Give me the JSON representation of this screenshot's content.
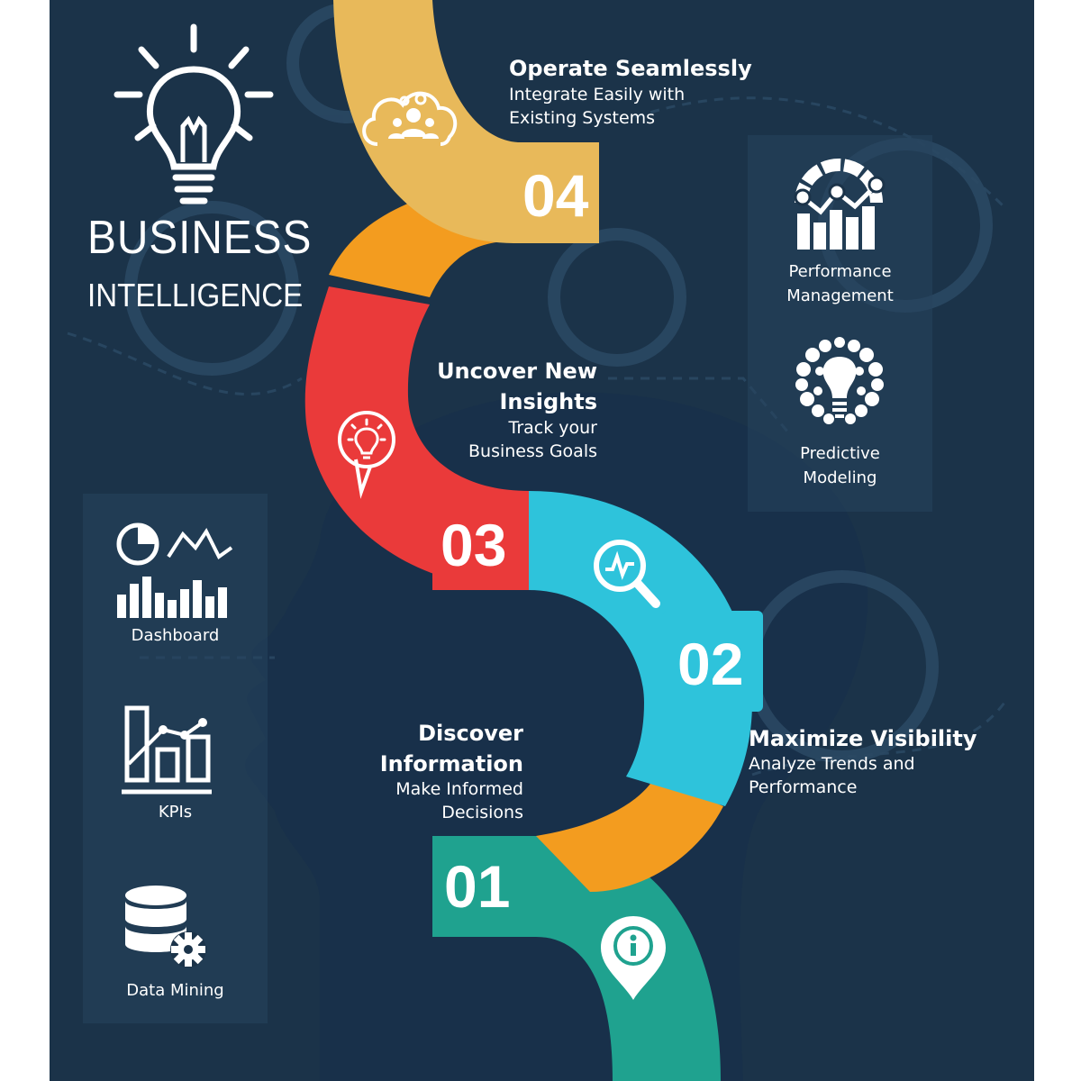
{
  "brand": {
    "title": "BUSINESS",
    "subtitle": "INTELLIGENCE"
  },
  "steps": [
    {
      "number": "01",
      "title_line1": "Discover",
      "title_line2": "Information",
      "desc_line1": "Make Informed",
      "desc_line2": "Decisions",
      "color": "#1fa28f",
      "icon": "info-pin-icon"
    },
    {
      "number": "02",
      "title_line1": "Maximize Visibility",
      "desc_line1": "Analyze Trends and",
      "desc_line2": "Performance",
      "color": "#2ec3db",
      "icon": "magnifier-chart-icon"
    },
    {
      "number": "03",
      "title_line1": "Uncover New",
      "title_line2": "Insights",
      "desc_line1": "Track your",
      "desc_line2": "Business Goals",
      "color": "#ea3a3a",
      "icon": "lightbulb-bubble-icon"
    },
    {
      "number": "04",
      "title_line1": "Operate Seamlessly",
      "desc_line1": "Integrate Easily with",
      "desc_line2": "Existing Systems",
      "color": "#e8b95a",
      "icon": "cloud-users-icon"
    }
  ],
  "connector_color": "#f39c1f",
  "left_features": [
    {
      "label": "Dashboard",
      "icon": "dashboard-icon"
    },
    {
      "label": "KPIs",
      "icon": "kpi-chart-icon"
    },
    {
      "label": "Data Mining",
      "icon": "database-gear-icon"
    }
  ],
  "right_features": [
    {
      "label_line1": "Performance",
      "label_line2": "Management",
      "icon": "performance-gauge-icon"
    },
    {
      "label_line1": "Predictive",
      "label_line2": "Modeling",
      "icon": "bubble-bulb-icon"
    }
  ],
  "colors": {
    "background": "#1b3349",
    "panel": "#26445c",
    "text": "#ffffff"
  }
}
